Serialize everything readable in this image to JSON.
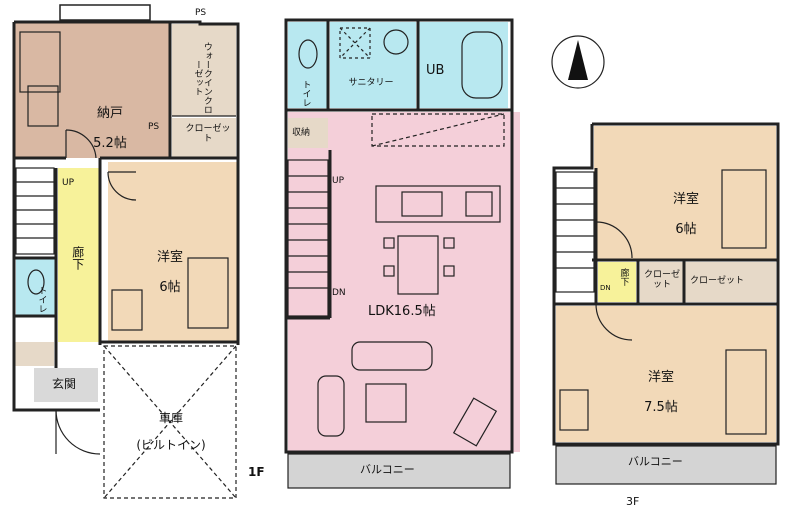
{
  "plan": {
    "floor1_label": "1F",
    "north_arrow": "north-arrow-icon",
    "colors": {
      "storage_room": "#d9b8a3",
      "bedroom": "#f2d9b8",
      "ldk": "#f4cfd9",
      "water": "#b8e8f0",
      "hall": "#f7f29a",
      "closet": "#e6d9c8",
      "balcony": "#d4d4d4",
      "wall": "#222222"
    }
  },
  "floor1": {
    "storage": {
      "name": "納戸",
      "size": "5.2帖"
    },
    "walk_in": "ウォークインクローゼット",
    "closet": "クローゼット",
    "bedroom": {
      "name": "洋室",
      "size": "6帖"
    },
    "hall": "廊下",
    "toilet": "トイレ",
    "entrance": "玄関",
    "garage": {
      "name": "車庫",
      "sub": "(ビルトイン)"
    },
    "up": "UP",
    "ps1": "PS",
    "ps2": "PS"
  },
  "floor2": {
    "toilet": "トイレ",
    "sanitary": "サニタリー",
    "bath": "UB",
    "storage": "収納",
    "up": "UP",
    "dn": "DN",
    "ldk": "LDK16.5帖",
    "balcony": "バルコニー"
  },
  "floor3": {
    "bedroom_a": {
      "name": "洋室",
      "size": "6帖"
    },
    "bedroom_b": {
      "name": "洋室",
      "size": "7.5帖"
    },
    "dn": "DN",
    "hall": "廊下",
    "closet_small": "クローゼット",
    "closet_large": "クローゼット",
    "balcony": "バルコニー",
    "floor_label": "3F"
  }
}
